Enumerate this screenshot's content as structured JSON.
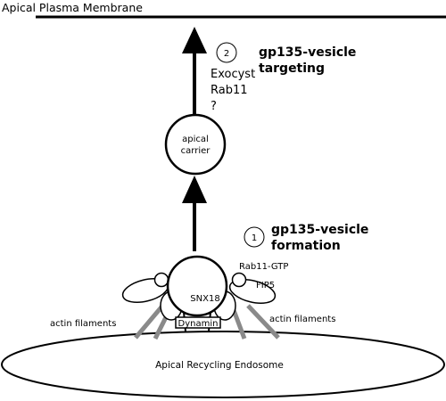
{
  "membrane_label": "Apical Plasma Membrane",
  "step2": {
    "number": "2",
    "title_line1": "gp135-vesicle",
    "title_line2": "targeting",
    "factors": [
      "Exocyst",
      "Rab11",
      "?"
    ]
  },
  "carrier": {
    "line1": "apical",
    "line2": "carrier"
  },
  "step1": {
    "number": "1",
    "title_line1": "gp135-vesicle",
    "title_line2": "formation"
  },
  "proteins": {
    "rab11_gtp": "Rab11-GTP",
    "fip5": "FIP5",
    "snx18": "SNX18",
    "dynamin": "Dynamin"
  },
  "actin_left": "actin filaments",
  "actin_right": "actin filaments",
  "endosome_label": "Apical Recycling Endosome"
}
